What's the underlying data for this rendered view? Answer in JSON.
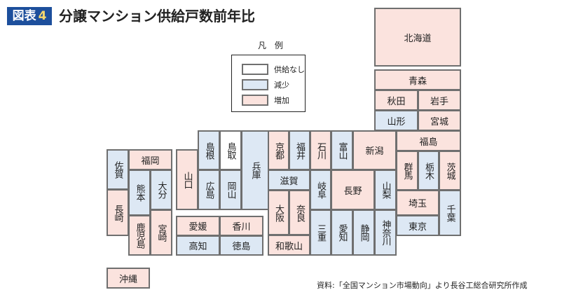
{
  "header": {
    "badge_label": "図表",
    "badge_number": "4",
    "title": "分譲マンション供給戸数前年比"
  },
  "legend": {
    "title": "凡 例",
    "items": [
      {
        "status": "none",
        "label": "供給なし"
      },
      {
        "status": "decrease",
        "label": "減少"
      },
      {
        "status": "increase",
        "label": "増加"
      }
    ]
  },
  "colors": {
    "increase": "#fbe3de",
    "decrease": "#dde8f4",
    "none": "#ffffff",
    "badge": "#1d4f9c"
  },
  "prefectures": {
    "hokkaido": {
      "name": "北海道",
      "status": "increase"
    },
    "aomori": {
      "name": "青森",
      "status": "increase"
    },
    "akita": {
      "name": "秋田",
      "status": "increase"
    },
    "iwate": {
      "name": "岩手",
      "status": "increase"
    },
    "yamagata": {
      "name": "山形",
      "status": "decrease"
    },
    "miyagi": {
      "name": "宮城",
      "status": "increase"
    },
    "fukushima": {
      "name": "福島",
      "status": "increase"
    },
    "niigata": {
      "name": "新潟",
      "status": "increase"
    },
    "gunma": {
      "name": "群馬",
      "status": "increase"
    },
    "tochigi": {
      "name": "栃木",
      "status": "decrease"
    },
    "ibaraki": {
      "name": "茨城",
      "status": "increase"
    },
    "saitama": {
      "name": "埼玉",
      "status": "increase"
    },
    "chiba": {
      "name": "千葉",
      "status": "decrease"
    },
    "tokyo": {
      "name": "東京",
      "status": "decrease"
    },
    "toyama": {
      "name": "富山",
      "status": "decrease"
    },
    "ishikawa": {
      "name": "石川",
      "status": "increase"
    },
    "fukui": {
      "name": "福井",
      "status": "decrease"
    },
    "kyoto": {
      "name": "京都",
      "status": "increase"
    },
    "shiga": {
      "name": "滋賀",
      "status": "decrease"
    },
    "osaka": {
      "name": "大阪",
      "status": "increase"
    },
    "nara": {
      "name": "奈良",
      "status": "increase"
    },
    "wakayama": {
      "name": "和歌山",
      "status": "increase"
    },
    "gifu": {
      "name": "岐阜",
      "status": "decrease"
    },
    "nagano": {
      "name": "長野",
      "status": "increase"
    },
    "yamanashi": {
      "name": "山梨",
      "status": "decrease"
    },
    "mie": {
      "name": "三重",
      "status": "decrease"
    },
    "aichi": {
      "name": "愛知",
      "status": "decrease"
    },
    "shizuoka": {
      "name": "静岡",
      "status": "decrease"
    },
    "kanagawa": {
      "name": "神奈川",
      "status": "decrease"
    },
    "hyogo": {
      "name": "兵庫",
      "status": "decrease"
    },
    "shimane": {
      "name": "島根",
      "status": "decrease"
    },
    "tottori": {
      "name": "鳥取",
      "status": "none"
    },
    "hiroshima": {
      "name": "広島",
      "status": "decrease"
    },
    "okayama": {
      "name": "岡山",
      "status": "decrease"
    },
    "yamaguchi": {
      "name": "山口",
      "status": "increase"
    },
    "ehime": {
      "name": "愛媛",
      "status": "increase"
    },
    "kagawa": {
      "name": "香川",
      "status": "increase"
    },
    "kochi": {
      "name": "高知",
      "status": "decrease"
    },
    "tokushima": {
      "name": "徳島",
      "status": "decrease"
    },
    "saga": {
      "name": "佐賀",
      "status": "decrease"
    },
    "nagasaki": {
      "name": "長崎",
      "status": "increase"
    },
    "fukuoka": {
      "name": "福岡",
      "status": "increase"
    },
    "kumamoto": {
      "name": "熊本",
      "status": "decrease"
    },
    "oita": {
      "name": "大分",
      "status": "decrease"
    },
    "kagoshima": {
      "name": "鹿児島",
      "status": "increase"
    },
    "miyazaki": {
      "name": "宮崎",
      "status": "increase"
    },
    "okinawa": {
      "name": "沖縄",
      "status": "increase"
    }
  },
  "source": "資料:「全国マンション市場動向」より長谷工総合研究所作成"
}
